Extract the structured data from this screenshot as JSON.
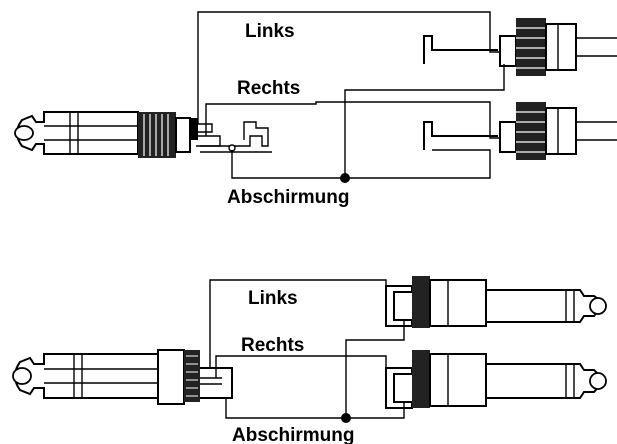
{
  "top": {
    "links_label": "Links",
    "rechts_label": "Rechts",
    "shield_label": "Abschirmung"
  },
  "bottom": {
    "links_label": "Links",
    "rechts_label": "Rechts",
    "shield_label": "Abschirmung"
  }
}
